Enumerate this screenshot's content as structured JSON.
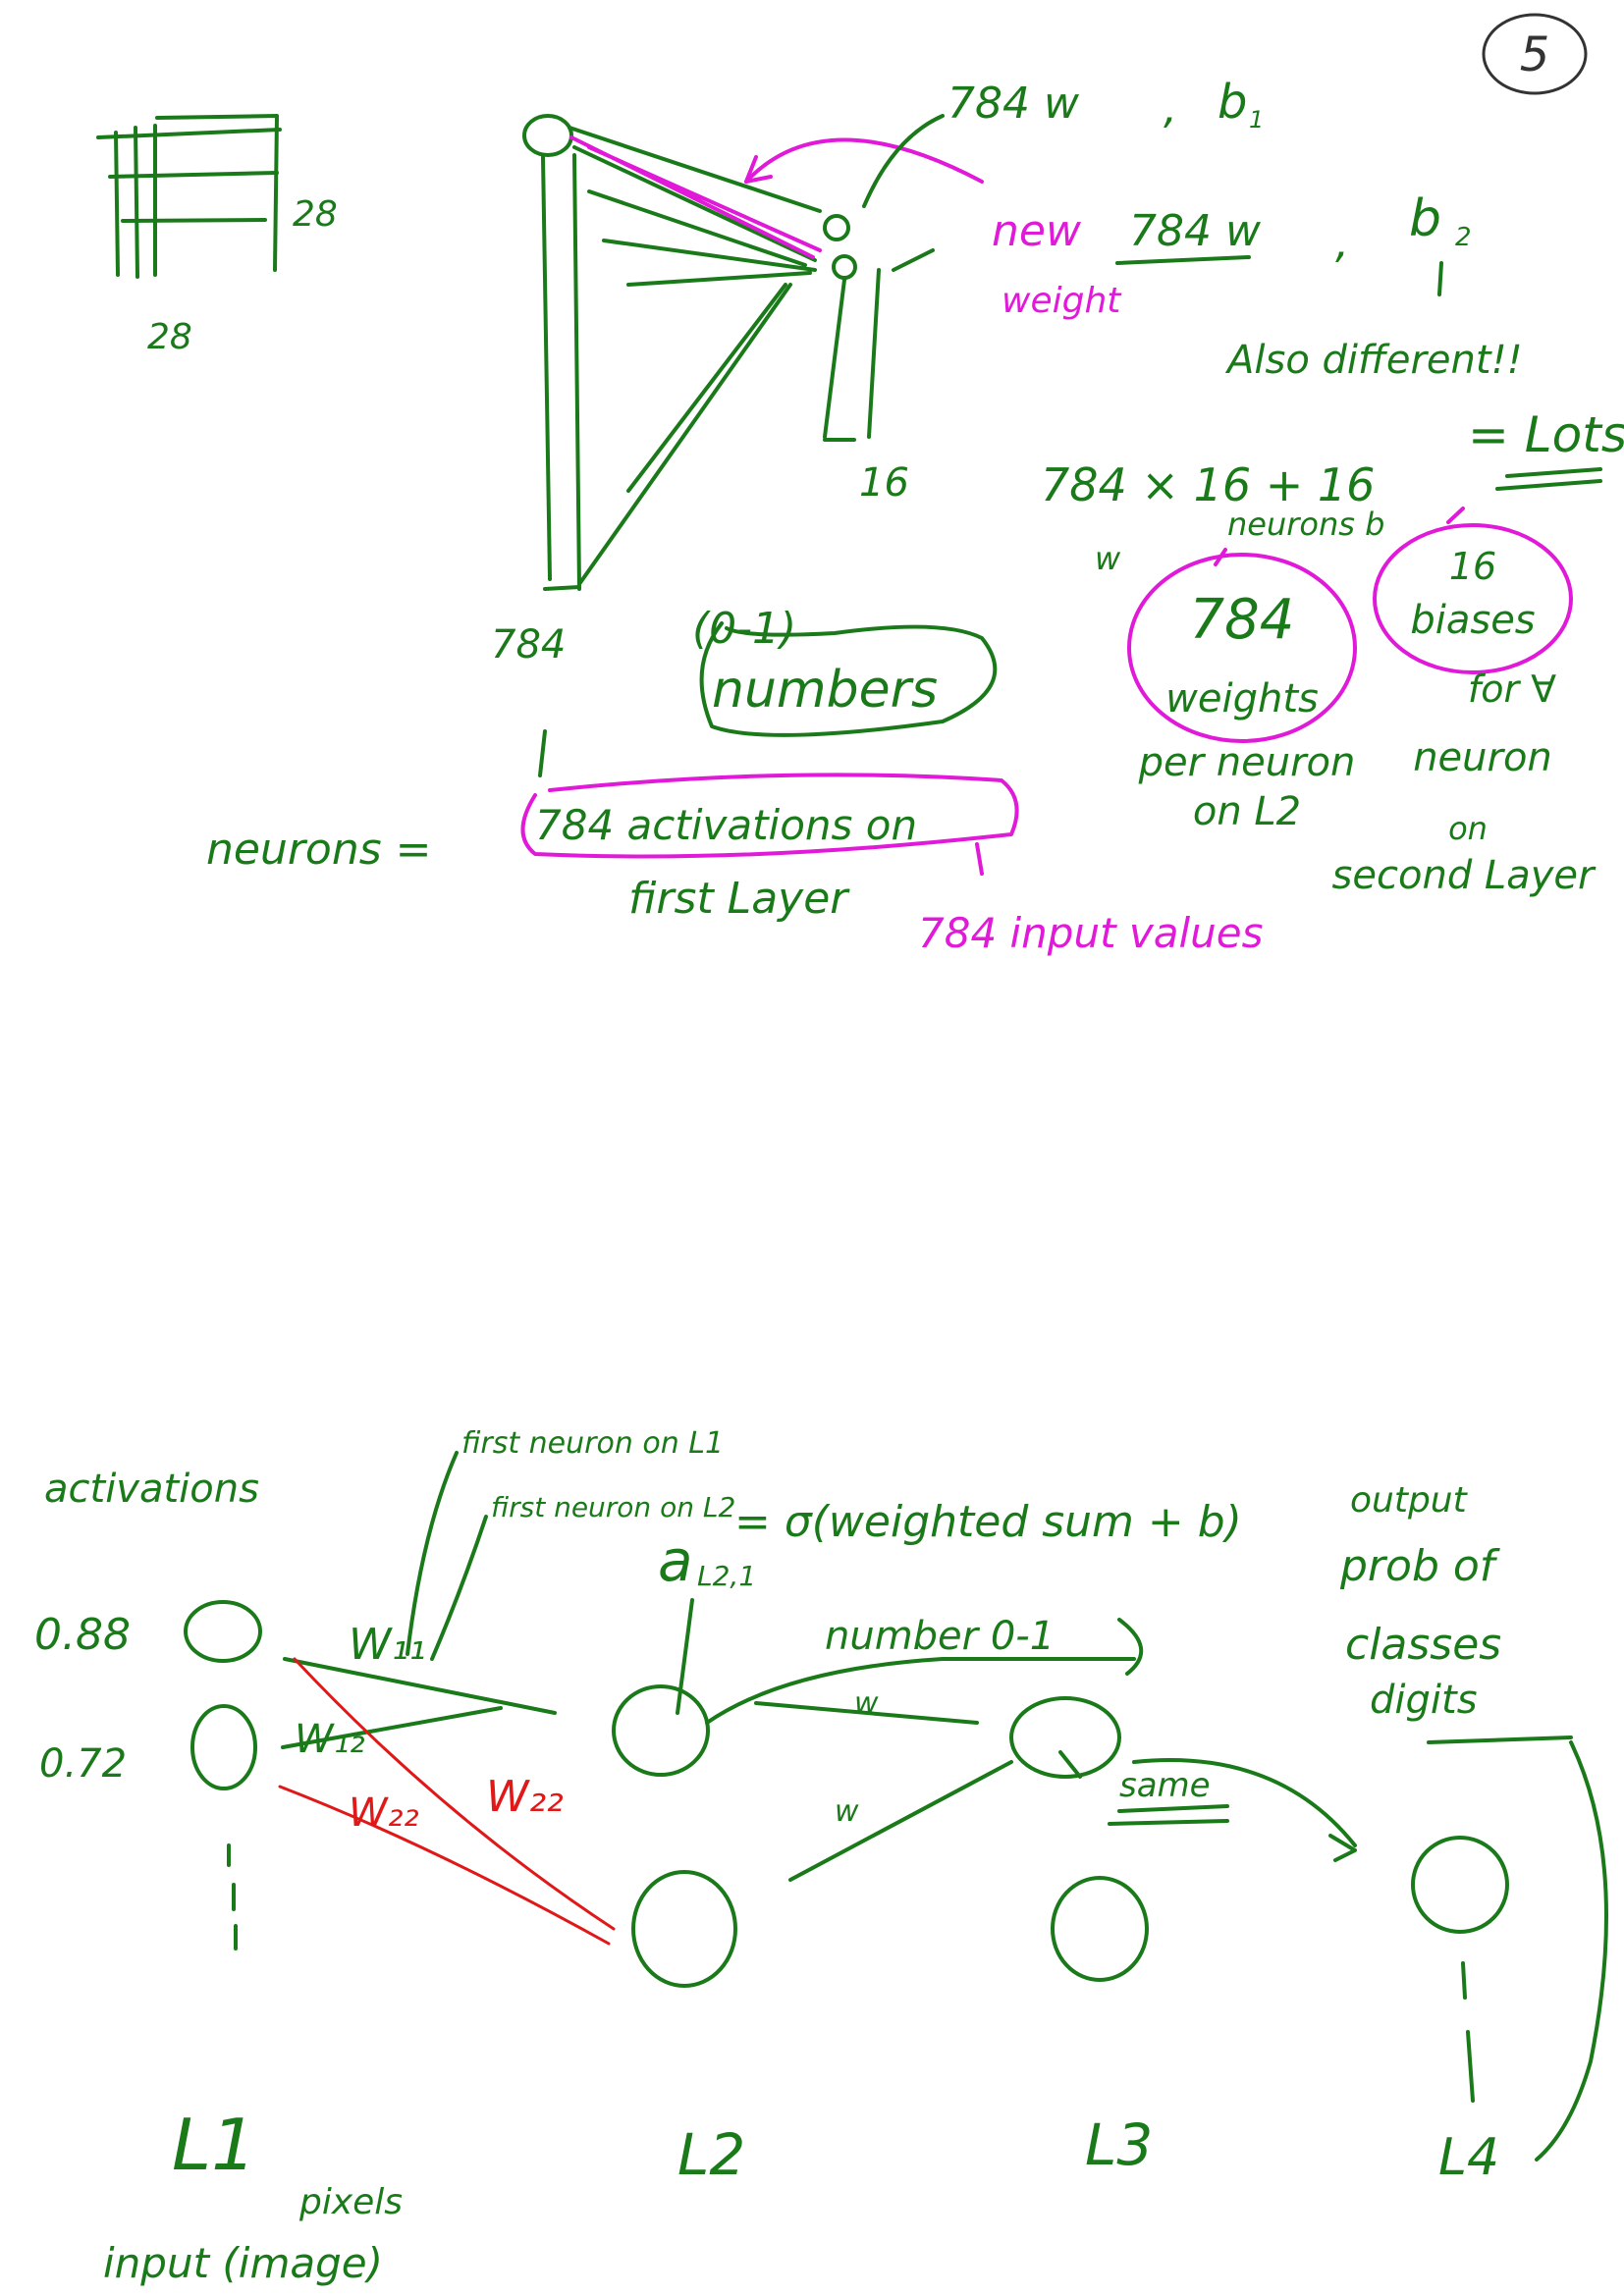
{
  "page": {
    "page_number": "5"
  },
  "top_section": {
    "grid": {
      "width_label": "28",
      "height_label": "28"
    },
    "input_layer_count": "784",
    "hidden_layer_count": "16",
    "first_weights": {
      "w": "784 w",
      "comma": ",",
      "b": "b",
      "b_sub": "1"
    },
    "second_weights": {
      "prefix": "new",
      "w": "784 w",
      "comma": ",",
      "b": "b",
      "b_sub": "2"
    },
    "weight_label": "weight",
    "also_different": "Also different!!",
    "formula": {
      "expr": "784 × 16 + 16",
      "result": "= Lots",
      "w_label": "w",
      "neurons_b": "neurons b"
    },
    "weights_box": {
      "number": "784",
      "text": "weights"
    },
    "weights_per_neuron": {
      "line1": "per neuron",
      "line2": "on L2"
    },
    "biases_box": {
      "number": "16",
      "text": "biases"
    },
    "biases_for": {
      "line1": "for ∀",
      "line2": "neuron",
      "line3": "on",
      "line4": "second Layer"
    },
    "range_label": "(0-1)",
    "numbers_label": "numbers",
    "neurons_eq": "neurons =",
    "activations_box": "784 activations on",
    "first_layer": "first Layer",
    "input_values": "784 input values"
  },
  "bottom_section": {
    "activations_label": "activations",
    "act_values": [
      "0.88",
      "0.72"
    ],
    "dots": ":",
    "first_neuron_l1": "first neuron on L1",
    "first_neuron_l2": "first neuron on L2",
    "a_formula": {
      "a": "a",
      "sub": "L2,1",
      "eq": "= σ(weighted sum + b)"
    },
    "weights": {
      "w11": "W₁₁",
      "w12": "W₁₂",
      "w22_red": "W₂₂",
      "w22_red2": "W₂₂",
      "w_a": "w",
      "w_b": "w"
    },
    "number_range": "number 0-1",
    "same": "same",
    "output_notes": [
      "output",
      "prob of",
      "classes",
      "digits"
    ],
    "layers": [
      "L1",
      "L2",
      "L3",
      "L4"
    ],
    "pixels": "pixels",
    "input_image": "input (image)"
  }
}
